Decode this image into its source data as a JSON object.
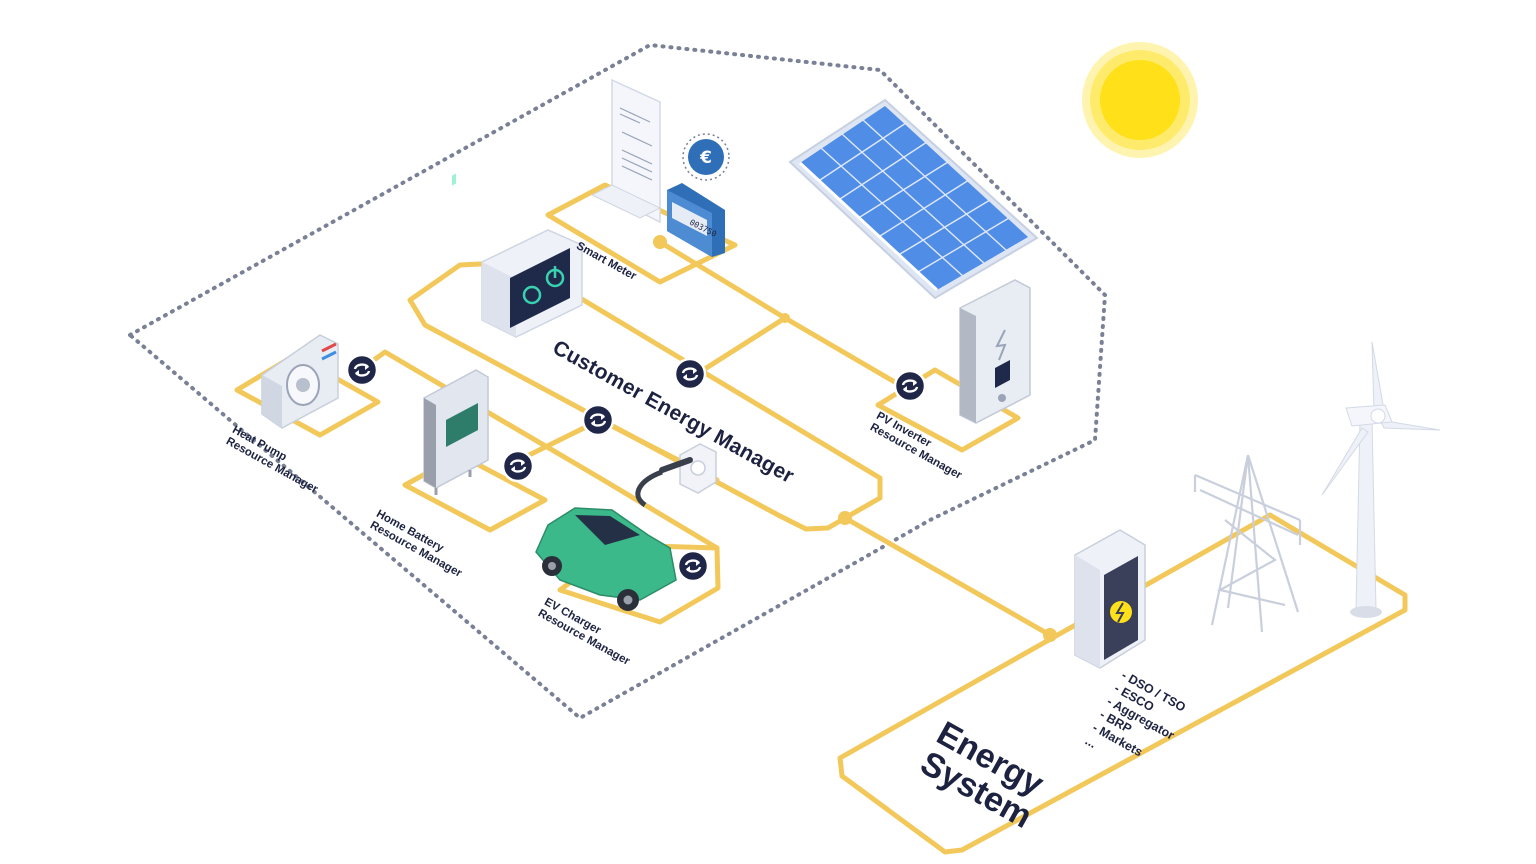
{
  "labels": {
    "smart_meter": "Smart Meter",
    "customer_energy_manager": "Customer Energy Manager",
    "heat_pump": [
      "Heat Pump",
      "Resource Manager"
    ],
    "home_battery": [
      "Home Battery",
      "Resource Manager"
    ],
    "ev_charger": [
      "EV Charger",
      "Resource Manager"
    ],
    "pv_inverter": [
      "PV Inverter",
      "Resource Manager"
    ],
    "energy_system": [
      "Energy",
      "System"
    ],
    "roles": [
      "- DSO / TSO",
      "- ESCO",
      "- Aggregator",
      "- BRP",
      "- Markets",
      "..."
    ],
    "meter_display": "003750",
    "currency_symbol": "€"
  },
  "colors": {
    "connection_line": "#f3c85a",
    "boundary_dots": "#7a8096",
    "node_badge": "#1f2647",
    "sun": "#ffe019",
    "solar_cell": "#4f8de6",
    "car_body": "#3cb98a",
    "screen": "#1f2a4a",
    "screen_glyph": "#38d2b0",
    "label_text": "#1c2240"
  },
  "icons": [
    "sun-icon",
    "solar-panel-icon",
    "pv-inverter-icon",
    "smart-meter-icon",
    "invoice-icon",
    "euro-coin-icon",
    "energy-manager-device-icon",
    "heat-pump-icon",
    "home-battery-icon",
    "ev-car-icon",
    "plug-socket-icon",
    "grid-box-icon",
    "power-pylon-icon",
    "wind-turbine-icon",
    "sync-node-icon"
  ]
}
